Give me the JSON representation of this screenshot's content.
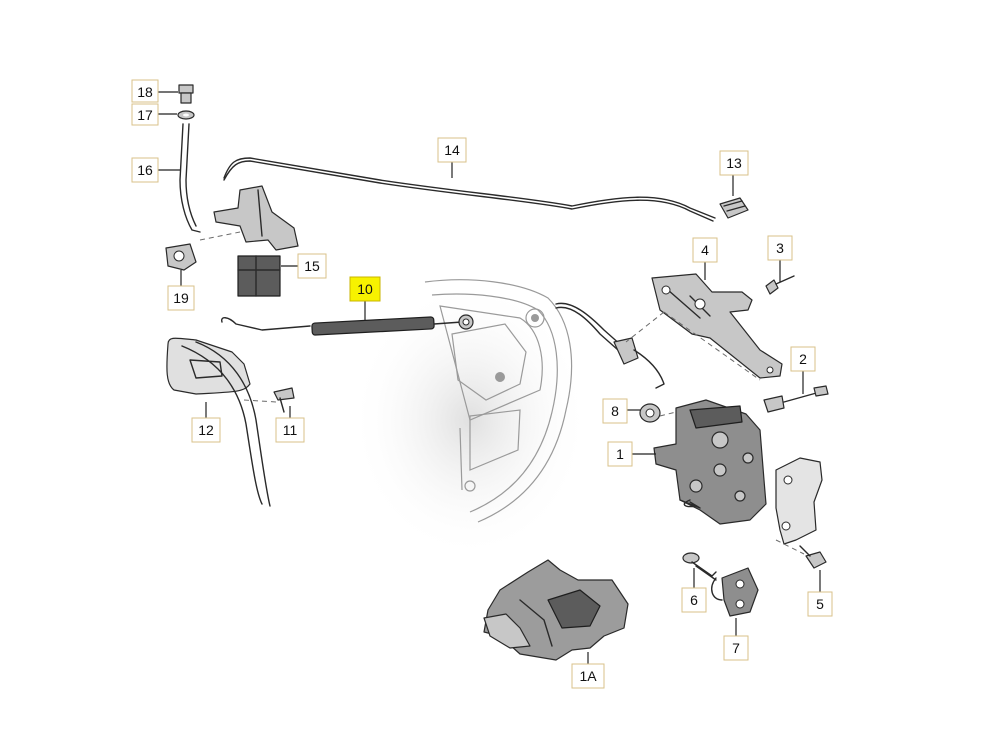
{
  "diagram": {
    "highlight_color": "#f7f200",
    "labels": [
      {
        "id": "18",
        "text": "18"
      },
      {
        "id": "17",
        "text": "17"
      },
      {
        "id": "16",
        "text": "16"
      },
      {
        "id": "19",
        "text": "19"
      },
      {
        "id": "15",
        "text": "15"
      },
      {
        "id": "14",
        "text": "14"
      },
      {
        "id": "13",
        "text": "13"
      },
      {
        "id": "10",
        "text": "10",
        "highlighted": true
      },
      {
        "id": "4",
        "text": "4"
      },
      {
        "id": "3",
        "text": "3"
      },
      {
        "id": "2",
        "text": "2"
      },
      {
        "id": "12",
        "text": "12"
      },
      {
        "id": "11",
        "text": "11"
      },
      {
        "id": "8",
        "text": "8"
      },
      {
        "id": "1",
        "text": "1"
      },
      {
        "id": "6",
        "text": "6"
      },
      {
        "id": "5",
        "text": "5"
      },
      {
        "id": "7",
        "text": "7"
      },
      {
        "id": "1A",
        "text": "1A"
      }
    ]
  }
}
